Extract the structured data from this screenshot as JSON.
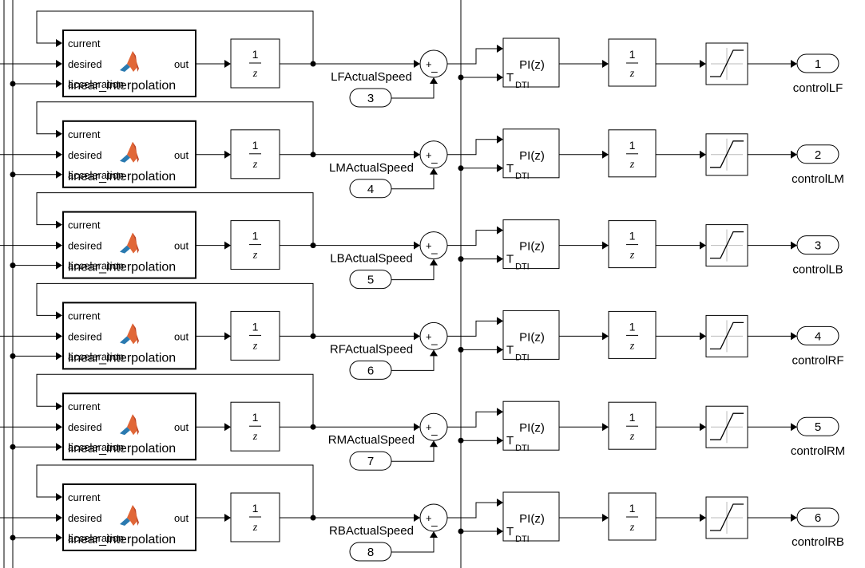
{
  "rows": [
    {
      "speed_label": "LFActualSpeed",
      "speed_port": "3",
      "out_port": "1",
      "out_label": "controlLF"
    },
    {
      "speed_label": "LMActualSpeed",
      "speed_port": "4",
      "out_port": "2",
      "out_label": "controlLM"
    },
    {
      "speed_label": "LBActualSpeed",
      "speed_port": "5",
      "out_port": "3",
      "out_label": "controlLB"
    },
    {
      "speed_label": "RFActualSpeed",
      "speed_port": "6",
      "out_port": "4",
      "out_label": "controlRF"
    },
    {
      "speed_label": "RMActualSpeed",
      "speed_port": "7",
      "out_port": "5",
      "out_label": "controlRM"
    },
    {
      "speed_label": "RBActualSpeed",
      "speed_port": "8",
      "out_port": "6",
      "out_label": "controlRB"
    }
  ],
  "fcn_block": {
    "port_current": "current",
    "port_desired": "desired",
    "port_out": "out",
    "port_third": "acceleration",
    "name": "linear_interpolation",
    "icon": "matlab-logo-icon"
  },
  "delay_block": {
    "numerator": "1",
    "denominator": "z"
  },
  "sum_block": {
    "plus": "+",
    "minus": "–"
  },
  "pid_block": {
    "label": "PI(z)",
    "port_T": "T",
    "port_DTI": "DTI"
  },
  "saturation_icon": "saturation-icon"
}
